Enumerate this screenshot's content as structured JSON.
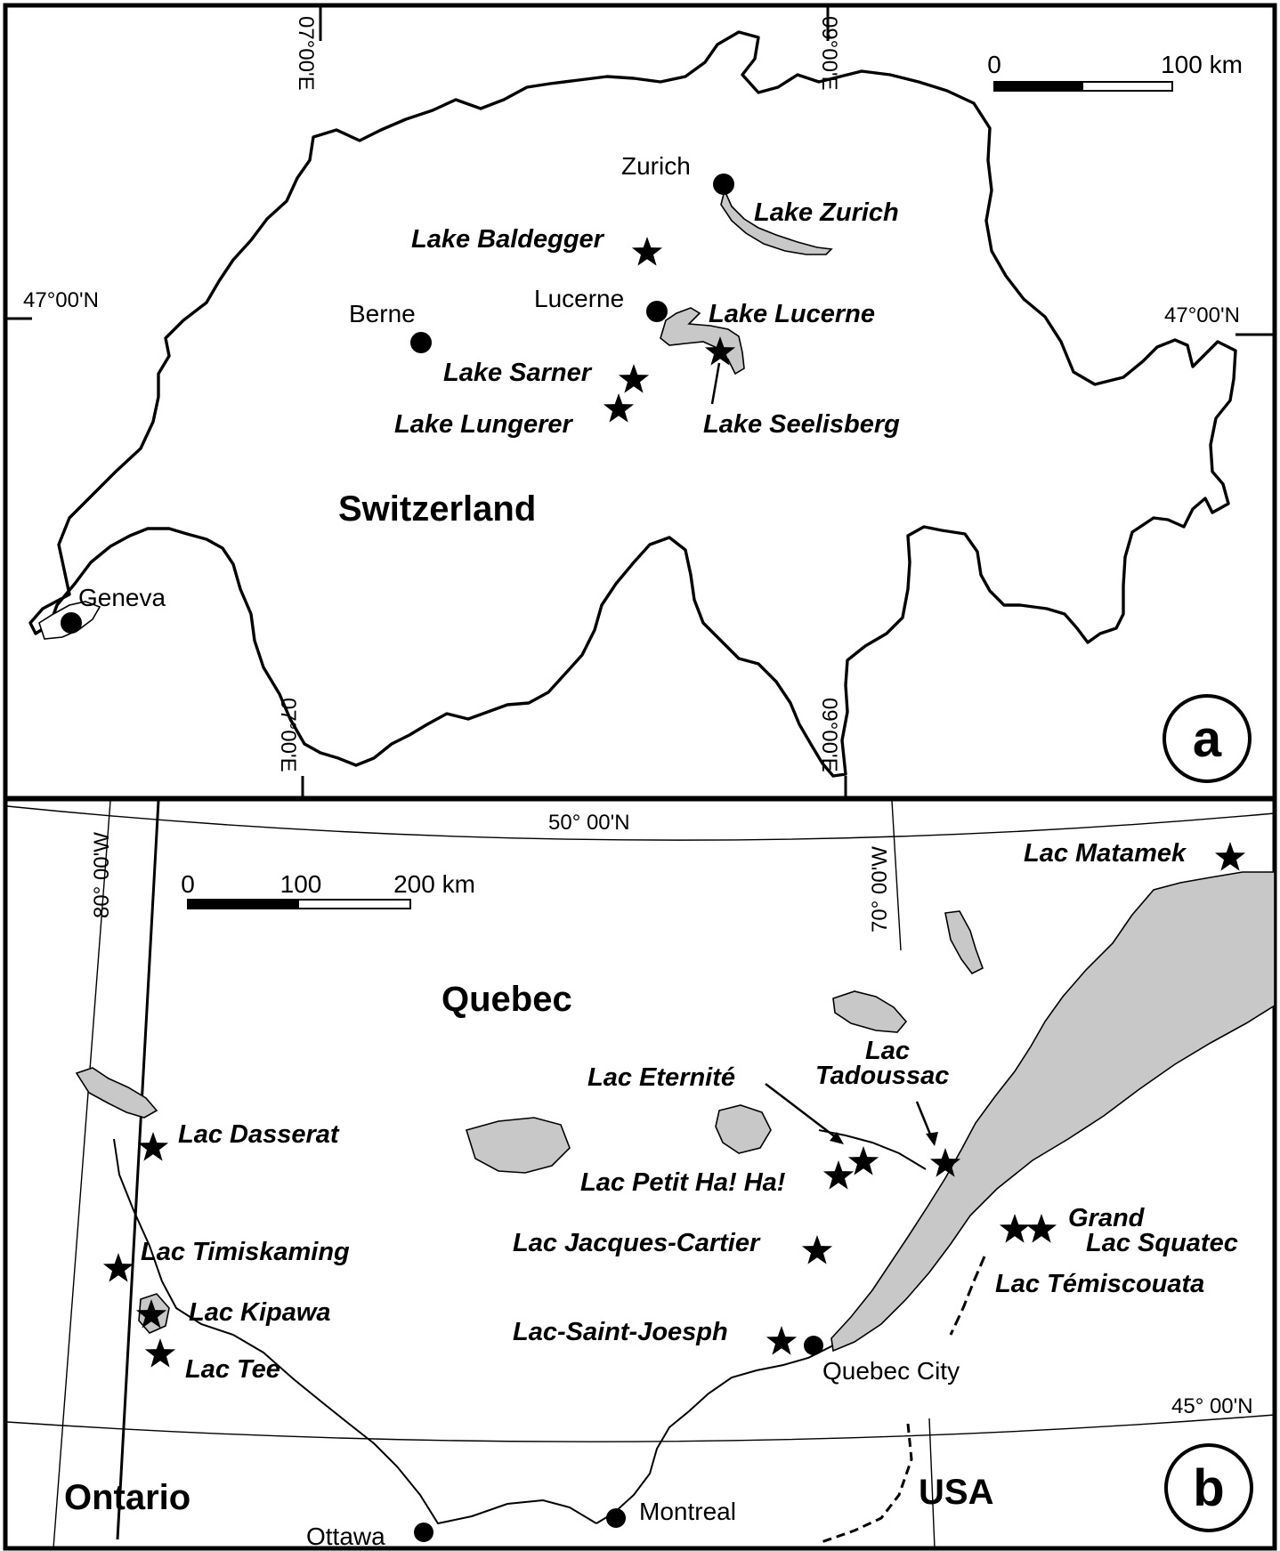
{
  "panel_a": {
    "letter": "a",
    "region": "Switzerland",
    "coords": {
      "lon_west_top": "07°00'E",
      "lon_east_top": "09°00'E",
      "lon_west_bottom": "07°00'E",
      "lon_east_bottom": "09°00'E",
      "lat_left": "47°00'N",
      "lat_right": "47°00'N"
    },
    "scale": {
      "start": "0",
      "end": "100 km"
    },
    "cities": [
      {
        "id": "zurich",
        "name": "Zurich"
      },
      {
        "id": "berne",
        "name": "Berne"
      },
      {
        "id": "lucerne",
        "name": "Lucerne"
      },
      {
        "id": "geneva",
        "name": "Geneva"
      }
    ],
    "sites": [
      {
        "id": "zurich",
        "name": "Lake Zurich"
      },
      {
        "id": "baldegger",
        "name": "Lake Baldegger"
      },
      {
        "id": "lucerne",
        "name": "Lake Lucerne"
      },
      {
        "id": "sarner",
        "name": "Lake Sarner"
      },
      {
        "id": "lungerer",
        "name": "Lake Lungerer"
      },
      {
        "id": "seelisberg",
        "name": "Lake Seelisberg"
      }
    ]
  },
  "panel_b": {
    "letter": "b",
    "regions": {
      "quebec": "Quebec",
      "ontario": "Ontario",
      "usa": "USA"
    },
    "coords": {
      "lat_top": "50° 00'N",
      "lat_bottom": "45° 00'N",
      "lon_left": "80° 00'W",
      "lon_right": "70° 00'W"
    },
    "scale": {
      "start": "0",
      "mid": "100",
      "end": "200 km"
    },
    "cities": [
      {
        "id": "quebec_city",
        "name": "Quebec City"
      },
      {
        "id": "montreal",
        "name": "Montreal"
      },
      {
        "id": "ottawa",
        "name": "Ottawa"
      }
    ],
    "sites": [
      {
        "id": "matamek",
        "name": "Lac Matamek"
      },
      {
        "id": "dasserat",
        "name": "Lac Dasserat"
      },
      {
        "id": "timiskaming",
        "name": "Lac Timiskaming"
      },
      {
        "id": "kipawa",
        "name": "Lac Kipawa"
      },
      {
        "id": "tee",
        "name": "Lac Tee"
      },
      {
        "id": "eternite",
        "name": "Lac Eternité"
      },
      {
        "id": "tadoussac_1",
        "name": "Lac"
      },
      {
        "id": "tadoussac_2",
        "name": "Tadoussac"
      },
      {
        "id": "petit_haha",
        "name": "Lac Petit Ha! Ha!"
      },
      {
        "id": "jacques_cartier",
        "name": "Lac Jacques-Cartier"
      },
      {
        "id": "saint_joseph",
        "name": "Lac-Saint-Joesph"
      },
      {
        "id": "grand_1",
        "name": "Grand"
      },
      {
        "id": "squatec",
        "name": "Lac Squatec"
      },
      {
        "id": "temiscouata",
        "name": "Lac Témiscouata"
      }
    ]
  }
}
